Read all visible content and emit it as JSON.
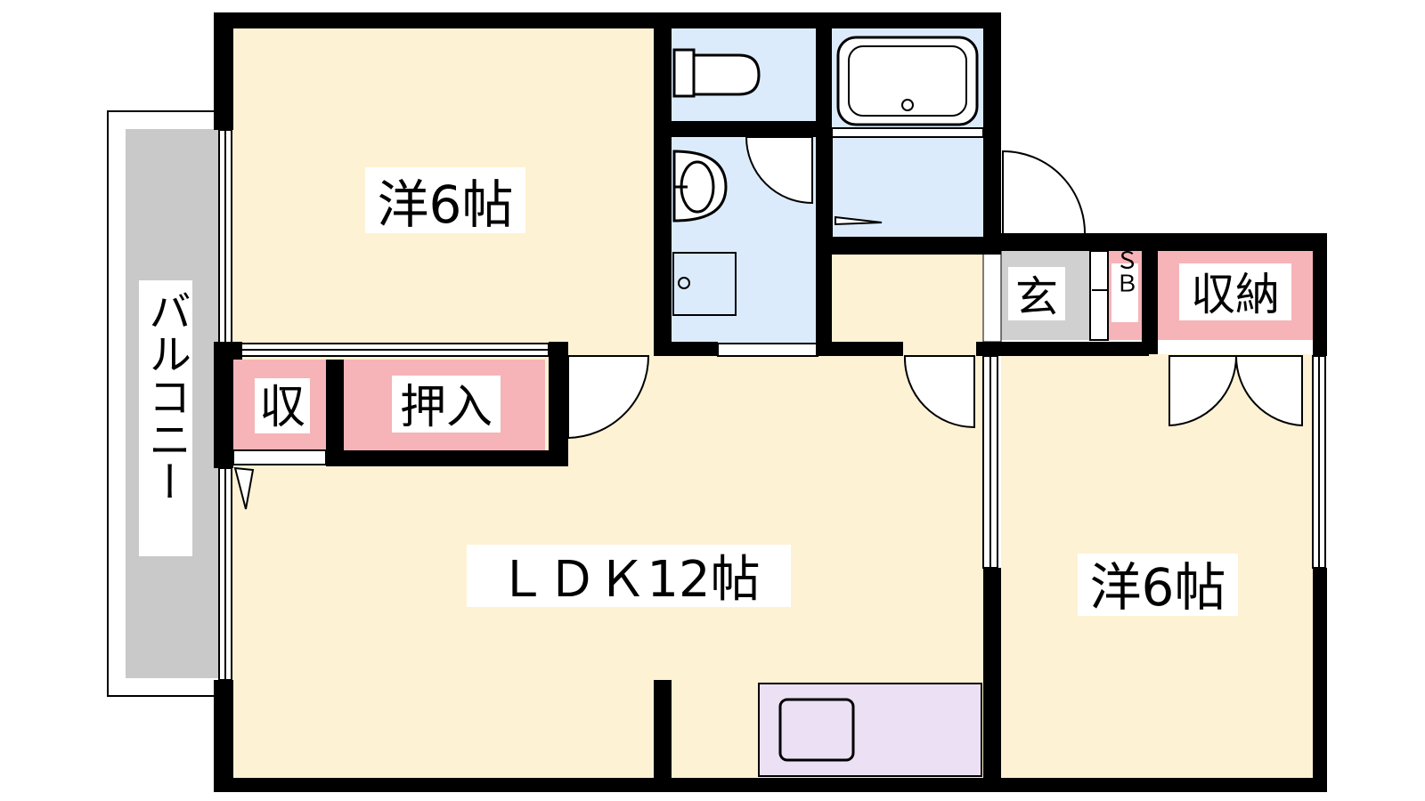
{
  "rooms": {
    "western_room_top": {
      "label": "洋6帖"
    },
    "ldk": {
      "label": "ＬＤＫ12帖"
    },
    "western_room_right": {
      "label": "洋6帖"
    },
    "storage_small": {
      "label": "収"
    },
    "closet": {
      "label": "押入"
    },
    "entrance": {
      "label": "玄"
    },
    "shoe_box": {
      "label": "ＳＢ"
    },
    "storage_right": {
      "label": "収納"
    },
    "balcony": {
      "label": "バルコニー"
    }
  },
  "colors": {
    "room_fill": "#fdf2d3",
    "wet_area_fill": "#dcebfb",
    "storage_fill": "#f6b4b8",
    "balcony_fill": "#c9c9c9",
    "entrance_fill": "#d0d0d0",
    "kitchen_fill": "#ece0f4",
    "wall": "#000000"
  }
}
